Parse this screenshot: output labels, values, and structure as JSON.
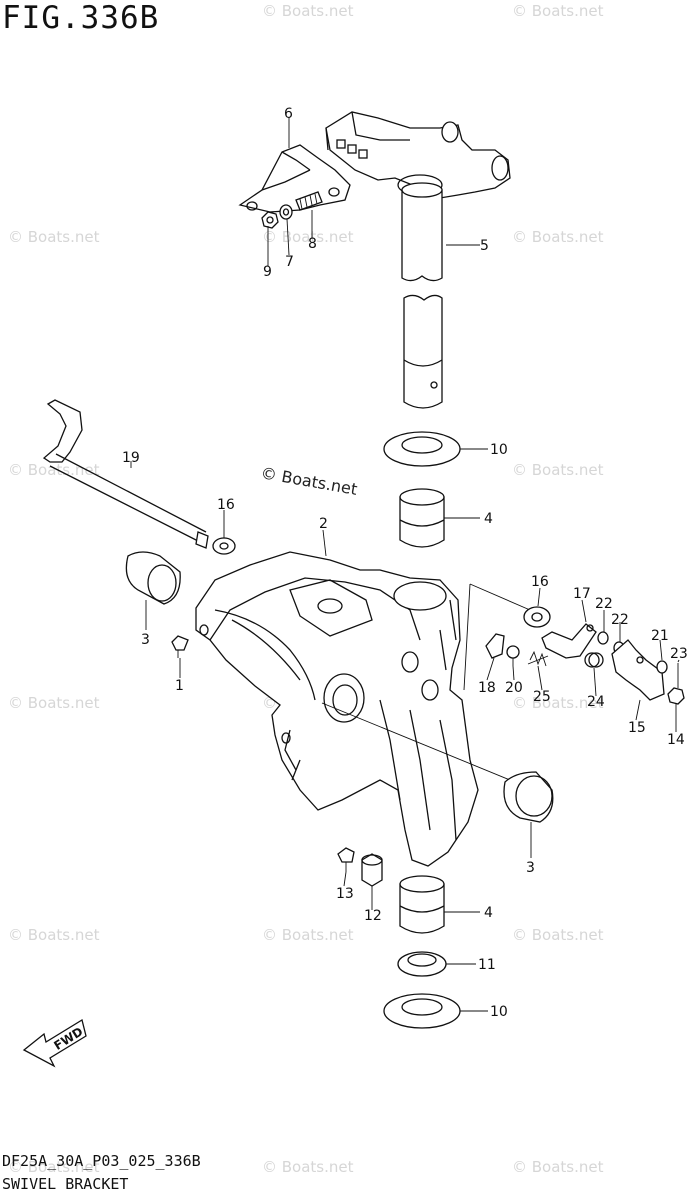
{
  "figure": {
    "title": "FIG.336B",
    "footer_code": "DF25A_30A_P03_025_336B",
    "footer_name": "SWIVEL BRACKET",
    "fwd_label": "FWD"
  },
  "watermark": {
    "text": "© Boats.net"
  },
  "callouts": [
    "1",
    "2",
    "3",
    "3",
    "4",
    "4",
    "5",
    "6",
    "7",
    "8",
    "9",
    "10",
    "10",
    "11",
    "12",
    "13",
    "14",
    "15",
    "16",
    "16",
    "17",
    "18",
    "19",
    "20",
    "21",
    "22",
    "22",
    "23",
    "24",
    "25"
  ]
}
